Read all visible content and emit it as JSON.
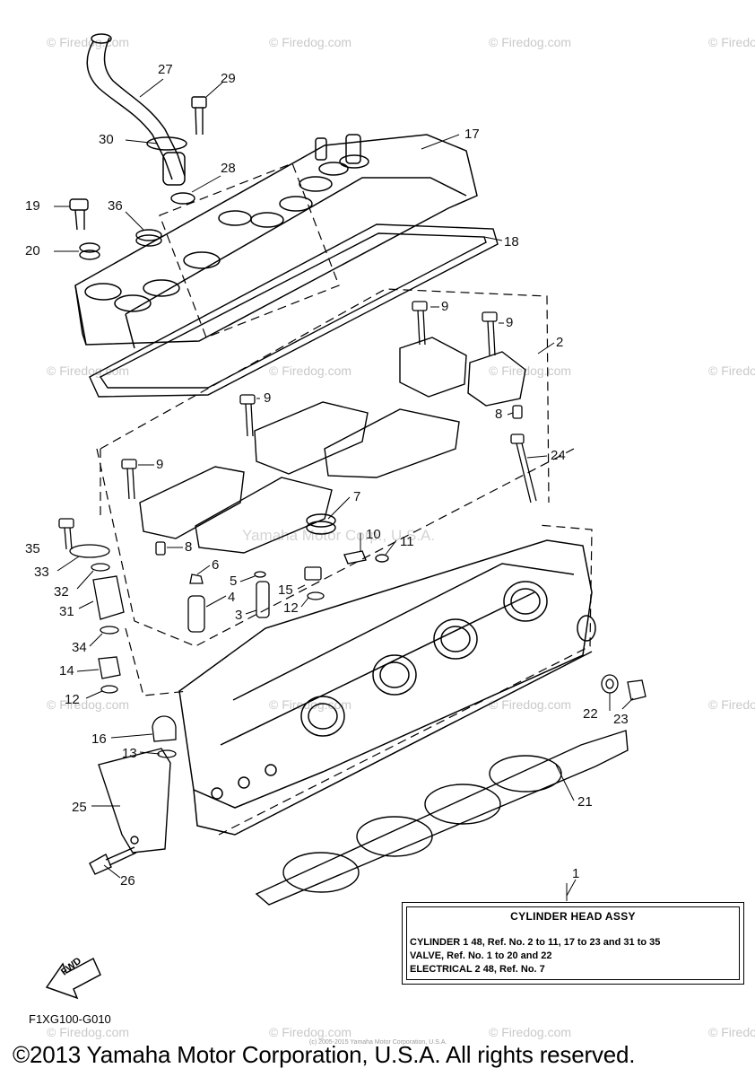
{
  "watermarks": {
    "site": "© Firedog.com",
    "mid": "Yamaha Motor Corp., U.S.A.",
    "small_copyright": "(c) 2005-2015 Yamaha Motor Corporation, U.S.A."
  },
  "callouts": [
    {
      "id": "27",
      "label": "27"
    },
    {
      "id": "29",
      "label": "29"
    },
    {
      "id": "30",
      "label": "30"
    },
    {
      "id": "28",
      "label": "28"
    },
    {
      "id": "17",
      "label": "17"
    },
    {
      "id": "19",
      "label": "19"
    },
    {
      "id": "36",
      "label": "36"
    },
    {
      "id": "20",
      "label": "20"
    },
    {
      "id": "18",
      "label": "18"
    },
    {
      "id": "9a",
      "label": "9"
    },
    {
      "id": "9b",
      "label": "9"
    },
    {
      "id": "2",
      "label": "2"
    },
    {
      "id": "9c",
      "label": "9"
    },
    {
      "id": "8a",
      "label": "8"
    },
    {
      "id": "24",
      "label": "24"
    },
    {
      "id": "9d",
      "label": "9"
    },
    {
      "id": "7",
      "label": "7"
    },
    {
      "id": "35",
      "label": "35"
    },
    {
      "id": "8b",
      "label": "8"
    },
    {
      "id": "10",
      "label": "10"
    },
    {
      "id": "11",
      "label": "11"
    },
    {
      "id": "33",
      "label": "33"
    },
    {
      "id": "6",
      "label": "6"
    },
    {
      "id": "32",
      "label": "32"
    },
    {
      "id": "5",
      "label": "5"
    },
    {
      "id": "15",
      "label": "15"
    },
    {
      "id": "4",
      "label": "4"
    },
    {
      "id": "31",
      "label": "31"
    },
    {
      "id": "3",
      "label": "3"
    },
    {
      "id": "12a",
      "label": "12"
    },
    {
      "id": "34",
      "label": "34"
    },
    {
      "id": "14",
      "label": "14"
    },
    {
      "id": "12b",
      "label": "12"
    },
    {
      "id": "22",
      "label": "22"
    },
    {
      "id": "23",
      "label": "23"
    },
    {
      "id": "16",
      "label": "16"
    },
    {
      "id": "13",
      "label": "13"
    },
    {
      "id": "21",
      "label": "21"
    },
    {
      "id": "25",
      "label": "25"
    },
    {
      "id": "26",
      "label": "26"
    },
    {
      "id": "1",
      "label": "1"
    }
  ],
  "legend": {
    "title": "CYLINDER HEAD ASSY",
    "line1": "CYLINDER 1  48, Ref. No. 2 to 11, 17 to 23 and 31 to 35",
    "line2": "VALVE, Ref. No. 1 to 20 and 22",
    "line3": "ELECTRICAL 2 48, Ref. No. 7"
  },
  "fwd_label": "FWD",
  "diagram_code": "F1XG100-G010",
  "copyright": "©2013 Yamaha Motor Corporation, U.S.A. All rights reserved."
}
